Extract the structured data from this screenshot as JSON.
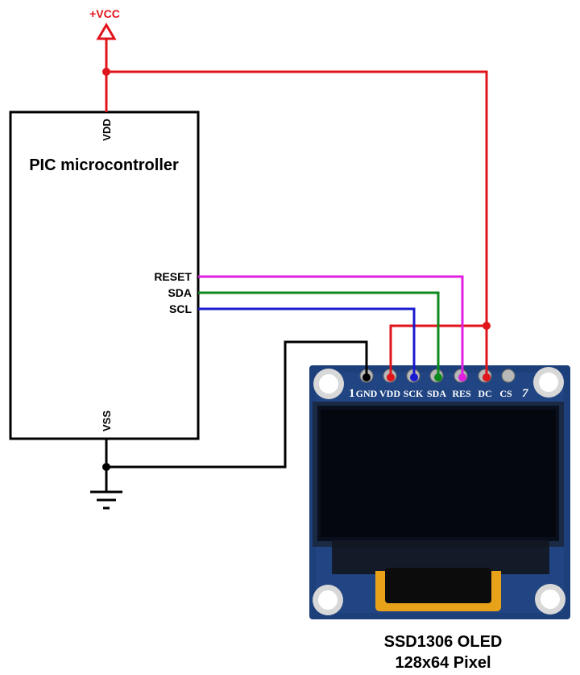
{
  "supply": {
    "label": "+VCC"
  },
  "mcu": {
    "title": "PIC microcontroller",
    "pins": {
      "vdd": "VDD",
      "vss": "VSS",
      "reset": "RESET",
      "sda": "SDA",
      "scl": "SCL"
    }
  },
  "oled": {
    "pins": [
      "GND",
      "VDD",
      "SCK",
      "SDA",
      "RES",
      "DC",
      "CS"
    ],
    "pin_first_number": "1",
    "pin_last_number": "7",
    "caption_line1": "SSD1306 OLED",
    "caption_line2": "128x64 Pixel"
  },
  "colors": {
    "power": "#e0141b",
    "ground": "#000000",
    "reset": "#e020e0",
    "sda": "#0c8a1e",
    "scl": "#1a1ad0",
    "board": "#1d3f7a",
    "screen": "#0a0f1e"
  }
}
